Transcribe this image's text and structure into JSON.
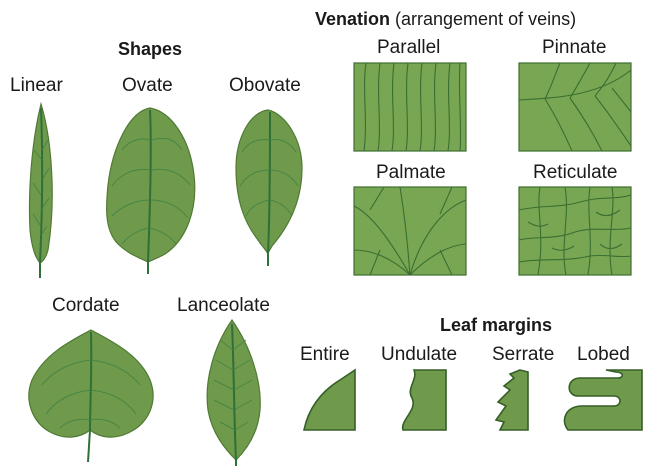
{
  "shapes": {
    "title": "Shapes",
    "items": [
      "Linear",
      "Ovate",
      "Obovate",
      "Cordate",
      "Lanceolate"
    ]
  },
  "venation": {
    "title": "Venation",
    "subtitle": " (arrangement of veins)",
    "items": [
      "Parallel",
      "Pinnate",
      "Palmate",
      "Reticulate"
    ]
  },
  "margins": {
    "title": "Leaf margins",
    "items": [
      "Entire",
      "Undulate",
      "Serrate",
      "Lobed"
    ]
  },
  "colors": {
    "leaf": "#6f9a4b",
    "vein": "#2f6f3a",
    "box": "#78a653"
  }
}
